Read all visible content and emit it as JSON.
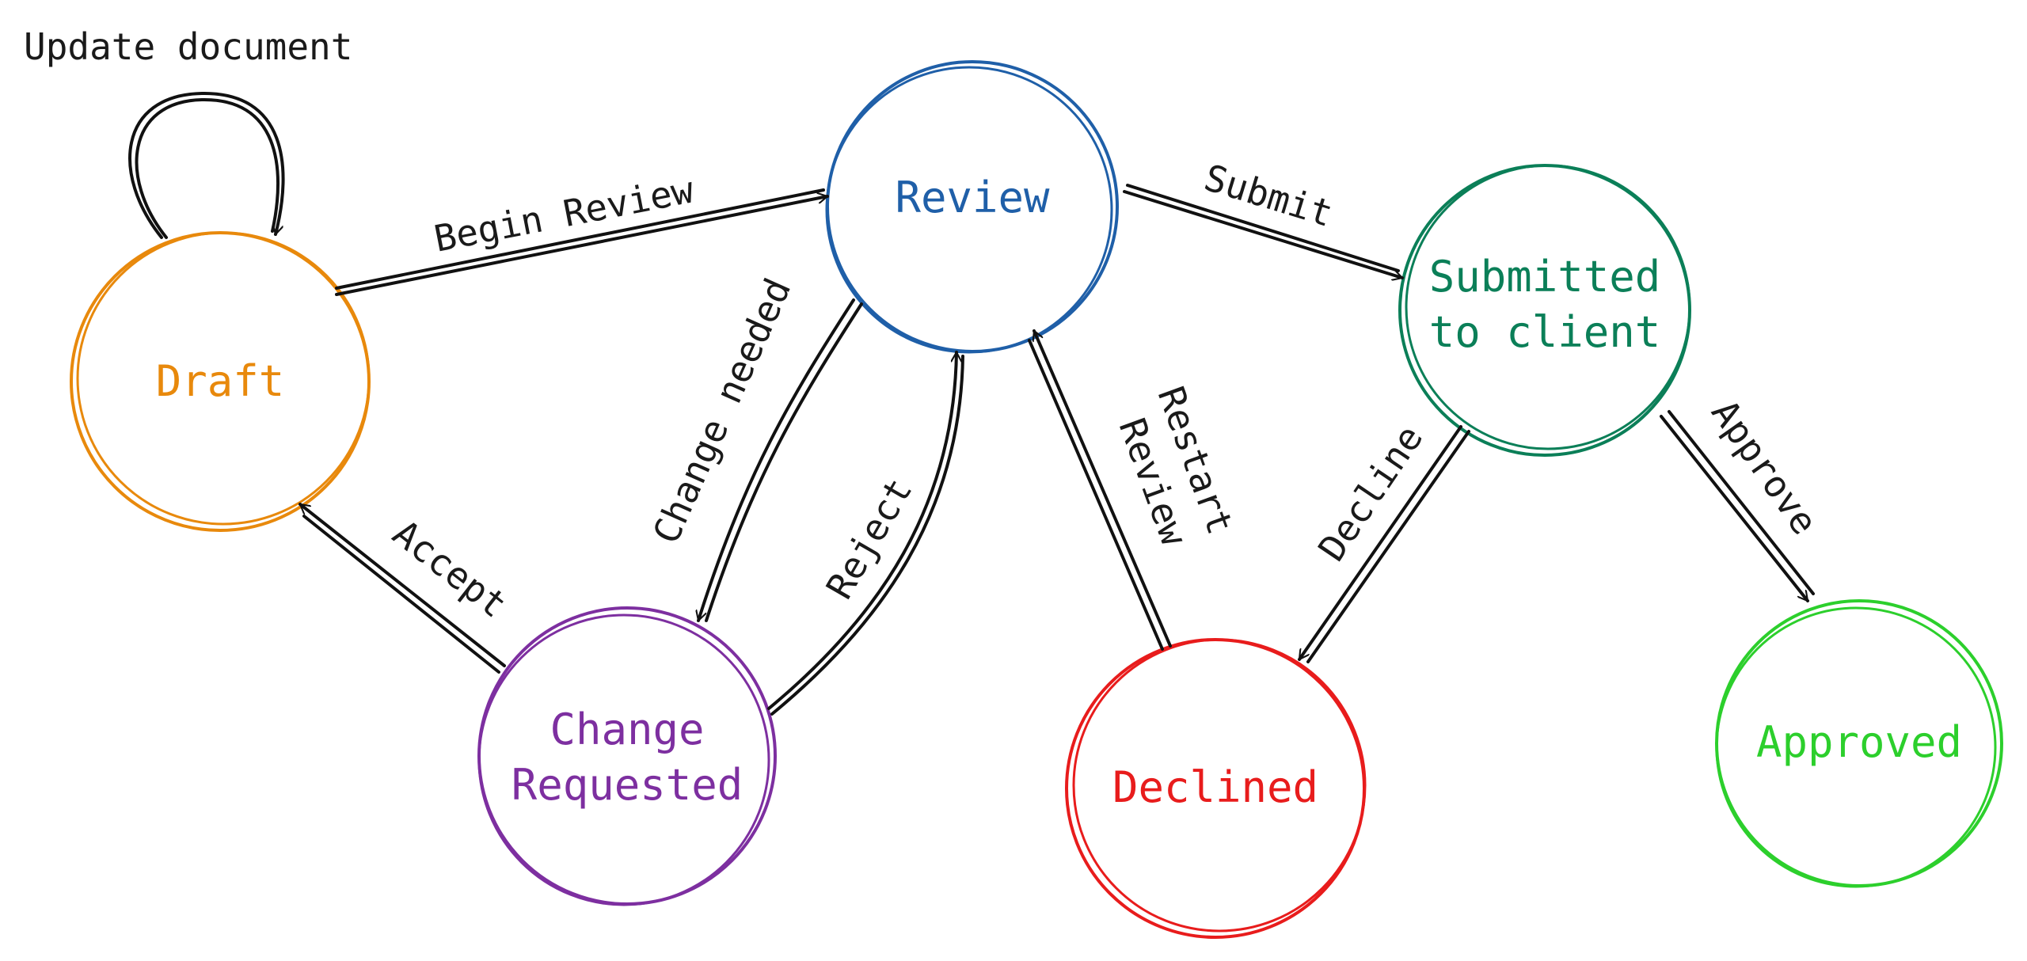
{
  "nodes": {
    "draft": {
      "label": "Draft",
      "color": "#e8890c"
    },
    "review": {
      "label": "Review",
      "color": "#1f5fa8"
    },
    "submitted": {
      "label_line1": "Submitted",
      "label_line2": "to client",
      "color": "#0b7f58"
    },
    "change_requested": {
      "label_line1": "Change",
      "label_line2": "Requested",
      "color": "#7d2fa0"
    },
    "declined": {
      "label": "Declined",
      "color": "#e81c1c"
    },
    "approved": {
      "label": "Approved",
      "color": "#2ccf2c"
    }
  },
  "edges": {
    "update_document": "Update document",
    "begin_review": "Begin Review",
    "submit": "Submit",
    "change_needed": "Change needed",
    "reject": "Reject",
    "accept": "Accept",
    "restart_review_line1": "Restart",
    "restart_review_line2": "Review",
    "decline": "Decline",
    "approve": "Approve"
  }
}
